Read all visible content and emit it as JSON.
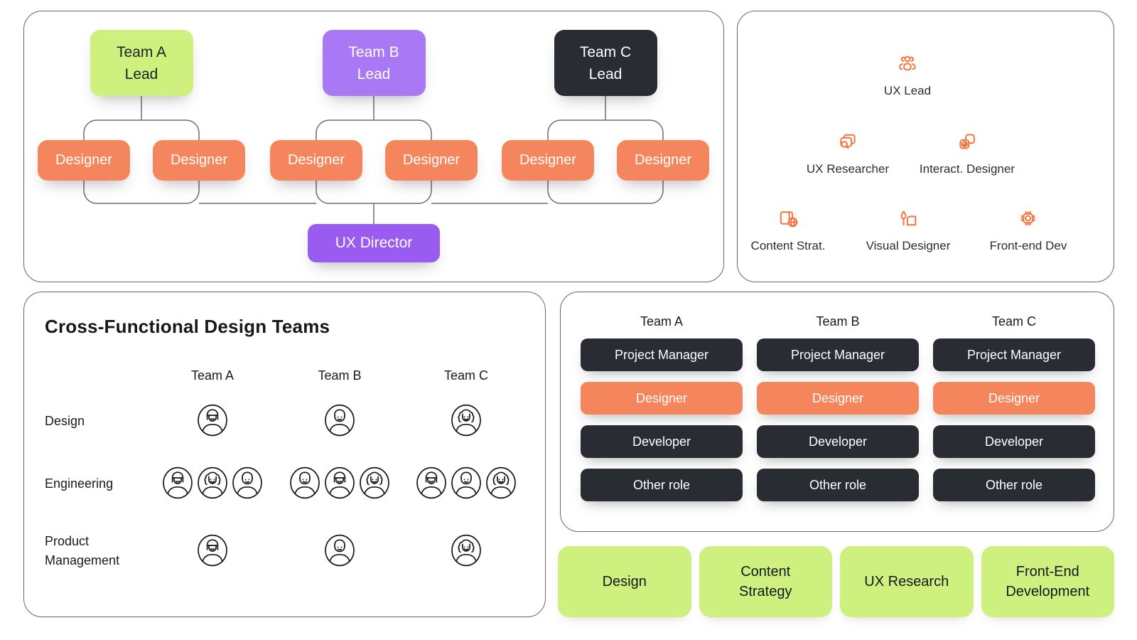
{
  "colors": {
    "green": "#cdf07f",
    "purple_light": "#a978f4",
    "purple": "#9a5cf0",
    "dark": "#292c33",
    "orange": "#f5855c",
    "icon_orange": "#f4743f"
  },
  "org_chart": {
    "teams": [
      {
        "lead_line1": "Team A",
        "lead_line2": "Lead",
        "color": "green",
        "members": [
          "Designer",
          "Designer"
        ]
      },
      {
        "lead_line1": "Team B",
        "lead_line2": "Lead",
        "color": "purple_light",
        "members": [
          "Designer",
          "Designer"
        ]
      },
      {
        "lead_line1": "Team C",
        "lead_line2": "Lead",
        "color": "dark",
        "members": [
          "Designer",
          "Designer"
        ]
      }
    ],
    "director_label": "UX Director"
  },
  "roles_panel": {
    "items": [
      {
        "label": "UX Lead",
        "icon": "team-icon"
      },
      {
        "label": "UX Researcher",
        "icon": "research-icon"
      },
      {
        "label": "Interact. Designer",
        "icon": "interaction-icon"
      },
      {
        "label": "Content Strat.",
        "icon": "content-icon"
      },
      {
        "label": "Visual Designer",
        "icon": "visual-icon"
      },
      {
        "label": "Front-end Dev",
        "icon": "chip-icon"
      }
    ]
  },
  "matrix": {
    "title": "Cross-Functional Design Teams",
    "columns": [
      "Team A",
      "Team B",
      "Team C"
    ],
    "rows": [
      {
        "label": "Design",
        "avatars": [
          [
            "woman-bob"
          ],
          [
            "man-short"
          ],
          [
            "woman-curly"
          ]
        ]
      },
      {
        "label": "Engineering",
        "avatars": [
          [
            "woman-bob",
            "woman-curly",
            "man-short"
          ],
          [
            "man-short",
            "woman-bob",
            "woman-curly"
          ],
          [
            "woman-bob",
            "man-short",
            "woman-curly"
          ]
        ]
      },
      {
        "label": "Product Management",
        "avatars": [
          [
            "woman-bob"
          ],
          [
            "man-short"
          ],
          [
            "woman-curly"
          ]
        ]
      }
    ]
  },
  "team_roles": {
    "columns": [
      "Team A",
      "Team B",
      "Team C"
    ],
    "rows": [
      {
        "label": "Project Manager",
        "style": "dark"
      },
      {
        "label": "Designer",
        "style": "orange"
      },
      {
        "label": "Developer",
        "style": "dark"
      },
      {
        "label": "Other role",
        "style": "dark"
      }
    ]
  },
  "disciplines": [
    "Design",
    "Content Strategy",
    "UX Research",
    "Front-End Development"
  ]
}
